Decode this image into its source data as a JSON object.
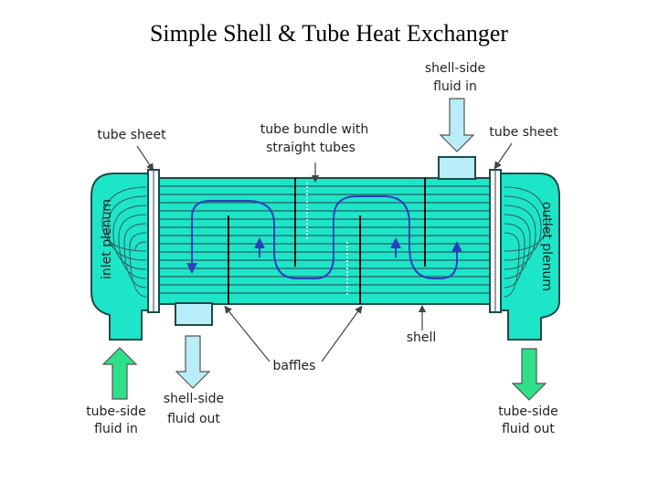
{
  "title": "Simple Shell & Tube Heat Exchanger",
  "labels": {
    "shell_in_1": "shell-side",
    "shell_in_2": "fluid in",
    "tube_sheet_left": "tube sheet",
    "tube_sheet_right": "tube sheet",
    "bundle_1": "tube bundle with",
    "bundle_2": "straight tubes",
    "inlet_plenum": "inlet plenum",
    "outlet_plenum": "outlet plenum",
    "shell": "shell",
    "baffles": "baffles",
    "tube_in_1": "tube-side",
    "tube_in_2": "fluid in",
    "shell_out_1": "shell-side",
    "shell_out_2": "fluid out",
    "tube_out_1": "tube-side",
    "tube_out_2": "fluid out"
  },
  "colors": {
    "fluid": "#1de5c8",
    "shell_fluid": "#b9edf7",
    "tube": "#2b5f60",
    "flow_arrow": "#2a3fbf",
    "tube_side_arrow": "#2ee08a"
  }
}
